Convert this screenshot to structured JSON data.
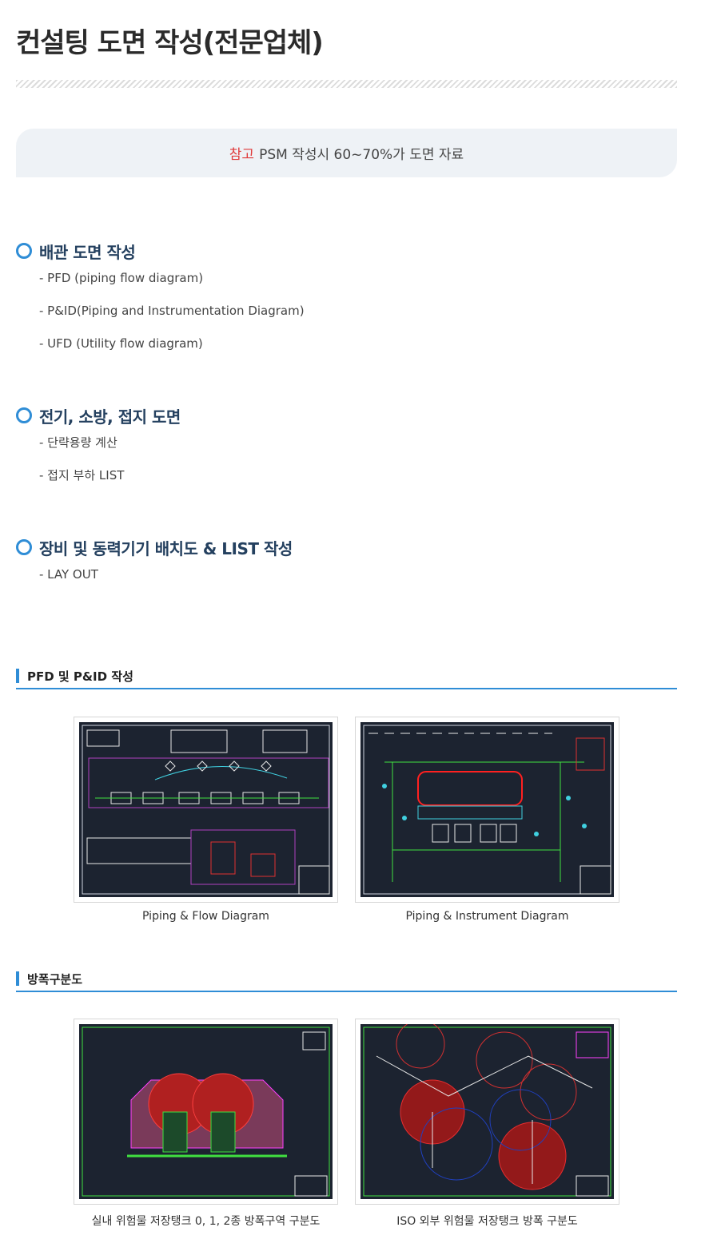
{
  "page": {
    "title": "컨설팅 도면 작성(전문업체)"
  },
  "note": {
    "tag": "참고",
    "text": "PSM 작성시 60~70%가 도면 자료"
  },
  "sections": [
    {
      "title": "배관 도면 작성",
      "items": [
        "- PFD (piping flow diagram)",
        "- P&ID(Piping and Instrumentation Diagram)",
        "- UFD (Utility flow diagram)"
      ]
    },
    {
      "title": "전기, 소방, 접지 도면",
      "items": [
        "- 단략용량 계산",
        "- 접지 부하 LIST"
      ]
    },
    {
      "title": "장비 및 동력기기 배치도 & LIST 작성",
      "items": [
        "- LAY OUT"
      ]
    }
  ],
  "gallery1": {
    "heading": "PFD 및 P&ID 작성",
    "figures": [
      {
        "caption": "Piping & Flow Diagram"
      },
      {
        "caption": "Piping & Instrument Diagram"
      }
    ]
  },
  "gallery2": {
    "heading": "방폭구분도",
    "figures": [
      {
        "caption": "실내 위험물 저장탱크 0, 1, 2종 방폭구역 구분도"
      },
      {
        "caption": "ISO 외부 위험물 저장탱크 방폭 구분도"
      }
    ]
  },
  "colors": {
    "accent": "#2f8dd6",
    "heading": "#24405f",
    "note_tag": "#e03b3b",
    "drawing_bg": "#1c2330"
  }
}
